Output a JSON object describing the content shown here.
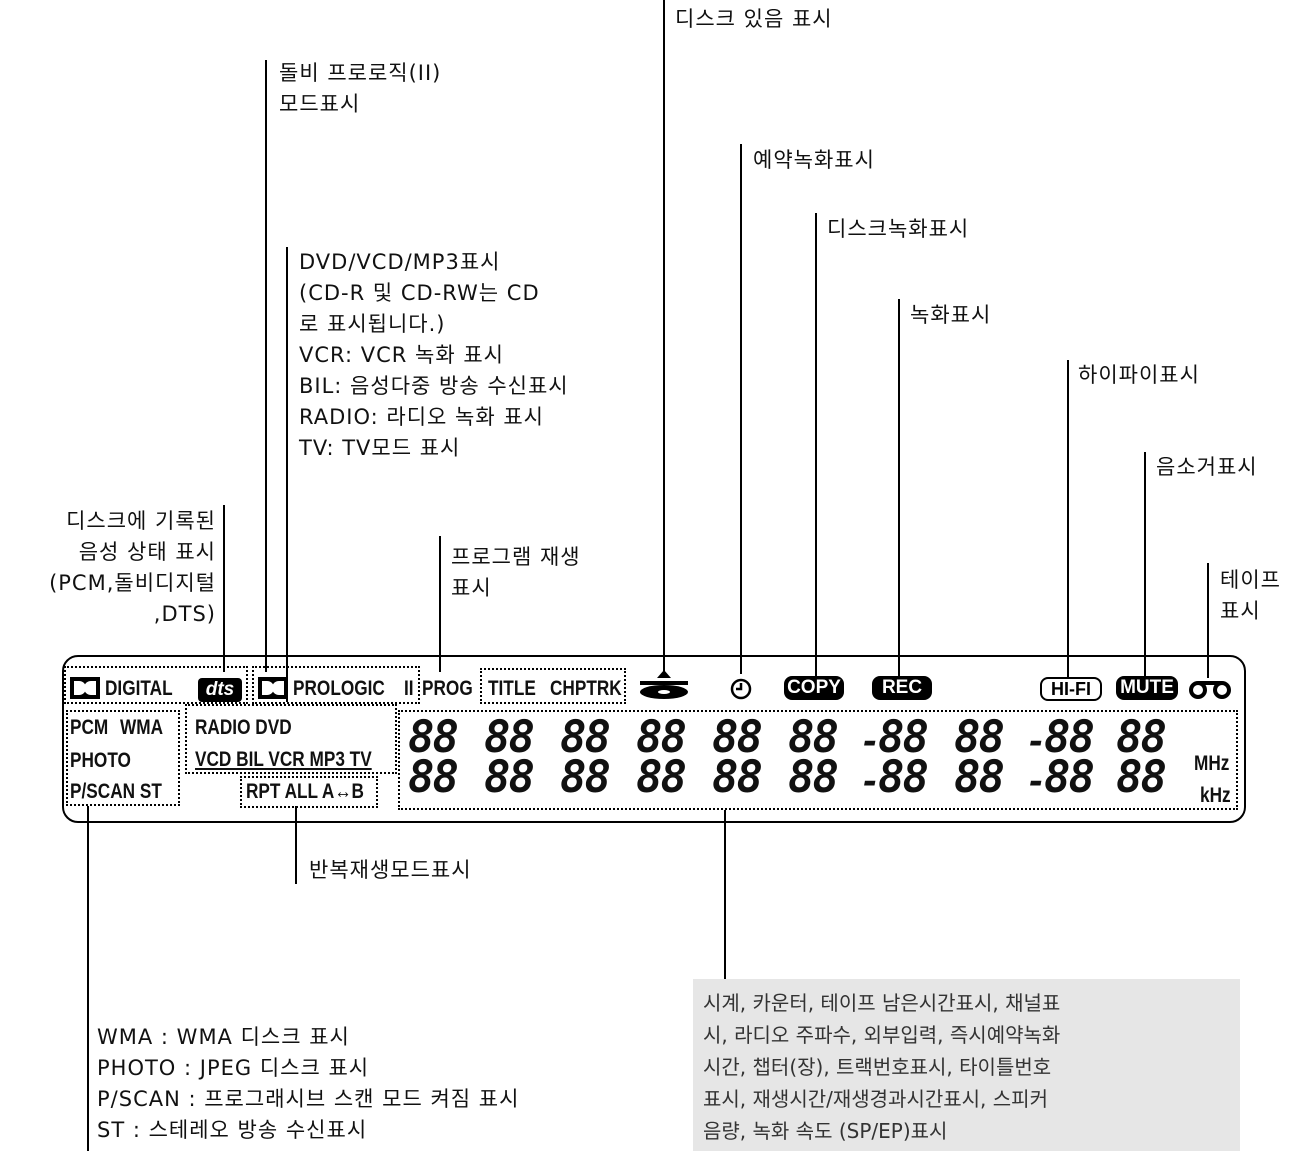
{
  "callouts": {
    "disc_present": "디스크 있음 표시",
    "prologic": [
      "돌비 프로로직(II)",
      "모드표시"
    ],
    "timer_rec": "예약녹화표시",
    "disc_rec": "디스크녹화표시",
    "media": [
      "DVD/VCD/MP3표시",
      "(CD-R 및 CD-RW는 CD",
      "로 표시됩니다.)",
      "VCR: VCR 녹화 표시",
      "BIL: 음성다중 방송 수신표시",
      "RADIO: 라디오  녹화 표시",
      "TV: TV모드 표시"
    ],
    "rec": "녹화표시",
    "hifi": "하이파이표시",
    "mute": "음소거표시",
    "audio_format": [
      "디스크에 기록된",
      "음성 상태 표시",
      "(PCM,돌비디지털",
      ",DTS)"
    ],
    "program": [
      "프로그램 재생",
      "표시"
    ],
    "tape": [
      "테이프",
      "표시"
    ],
    "repeat": "반복재생모드표시",
    "bottom_left": [
      "WMA : WMA 디스크 표시",
      "PHOTO : JPEG 디스크 표시",
      "P/SCAN : 프로그래시브 스캔 모드 켜짐 표시",
      "ST : 스테레오 방송 수신표시"
    ],
    "bottom_right": [
      "시계, 카운터, 테이프 남은시간표시, 채널표",
      "시, 라디오 주파수, 외부입력, 즉시예약녹화",
      "시간, 챕터(장), 트랙번호표시, 타이틀번호",
      "표시, 재생시간/재생경과시간표시, 스피커",
      "음량, 녹화 속도 (SP/EP)표시"
    ]
  },
  "display": {
    "dolby_digital": "DIGITAL",
    "dts": "dts",
    "prologic": "PROLOGIC",
    "prologic_ii": "II",
    "prog": "PROG",
    "title": "TITLE",
    "chptrk": "CHPTRK",
    "copy": "COPY",
    "rec": "REC",
    "hifi": "HI-FI",
    "mute": "MUTE",
    "pcm": "PCM",
    "wma": "WMA",
    "photo": "PHOTO",
    "pscan_st": "P/SCAN ST",
    "radio_dvd": "RADIO DVD",
    "vcd_row": "VCD BIL VCR MP3 TV",
    "rpt": "RPT ALL A↔B",
    "mhz": "MHz",
    "khz": "kHz",
    "digit_glyph": "88",
    "colon": "-"
  }
}
